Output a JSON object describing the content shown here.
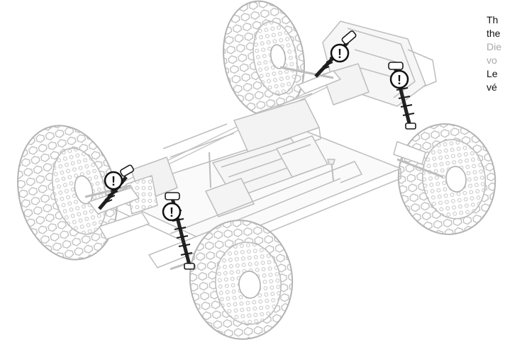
{
  "caption": {
    "lines": [
      {
        "text": "Th",
        "tone": "dark"
      },
      {
        "text": "the",
        "tone": "dark"
      },
      {
        "text": "Die",
        "tone": "gray"
      },
      {
        "text": "vo",
        "tone": "gray"
      },
      {
        "text": "Le",
        "tone": "dark"
      },
      {
        "text": "vé",
        "tone": "dark"
      }
    ]
  },
  "warning_markers": [
    {
      "symbol": "!"
    },
    {
      "symbol": "!"
    },
    {
      "symbol": "!"
    },
    {
      "symbol": "!"
    }
  ],
  "colors": {
    "line_art": "#bdbdbd",
    "line_art_dark": "#9a9a9a",
    "shock_dark": "#1a1a1a",
    "caption_dark": "#111111",
    "caption_gray": "#a8a8a8"
  }
}
